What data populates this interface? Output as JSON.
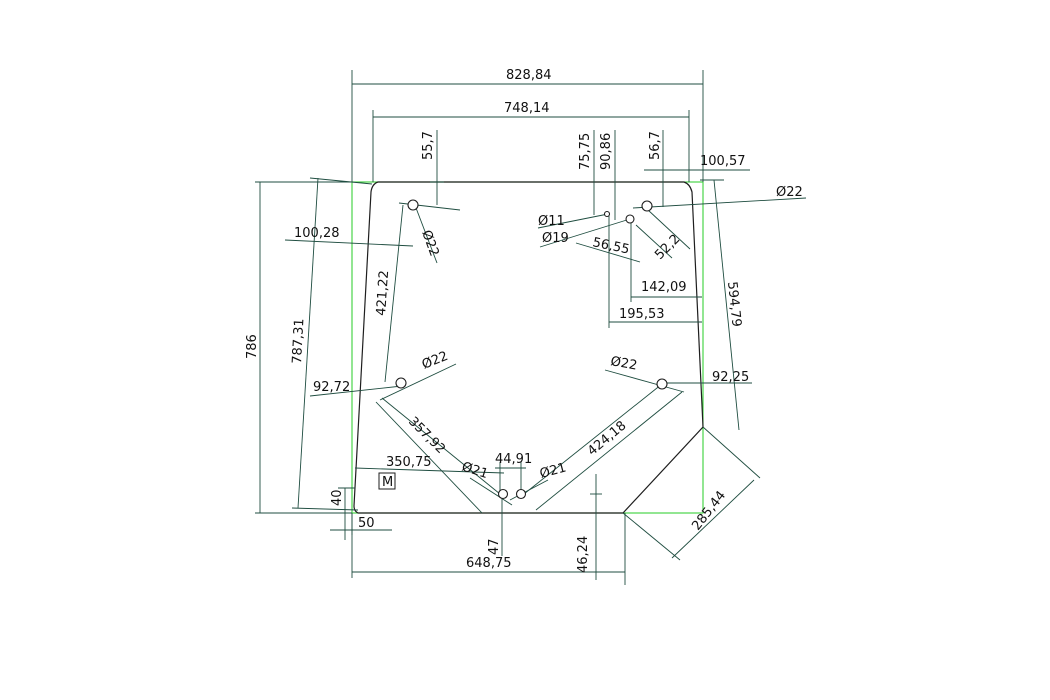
{
  "dimensions": {
    "overall_width": "828,84",
    "top_width": "748,14",
    "hole_tl_top": "55,7",
    "hole_tr_75": "75,75",
    "hole_tr_90": "90,86",
    "hole_tr_56": "56,7",
    "right_offset": "100,57",
    "dia_22_tr": "Ø22",
    "dia_22_tl": "Ø22",
    "dia_11": "Ø11",
    "dia_19": "Ø19",
    "dist_56_55": "56,55",
    "dist_52_2": "52,2",
    "dist_142_09": "142,09",
    "dist_195_53": "195,53",
    "left_offset": "100,28",
    "height_421": "421,22",
    "height_594": "594,79",
    "height_786": "786",
    "height_787": "787,31",
    "dia_22_ml": "Ø22",
    "dia_22_mr": "Ø22",
    "left_92": "92,72",
    "right_92": "92,25",
    "diag_357": "357,92",
    "diag_424": "424,18",
    "width_350": "350,75",
    "spacing_44": "44,91",
    "dia_21_l": "Ø21",
    "dia_21_r": "Ø21",
    "marker": "M",
    "left_40": "40",
    "left_50": "50",
    "bottom_47": "47",
    "bottom_46": "46,24",
    "bottom_648": "648,75",
    "chamfer_285": "285,44"
  }
}
